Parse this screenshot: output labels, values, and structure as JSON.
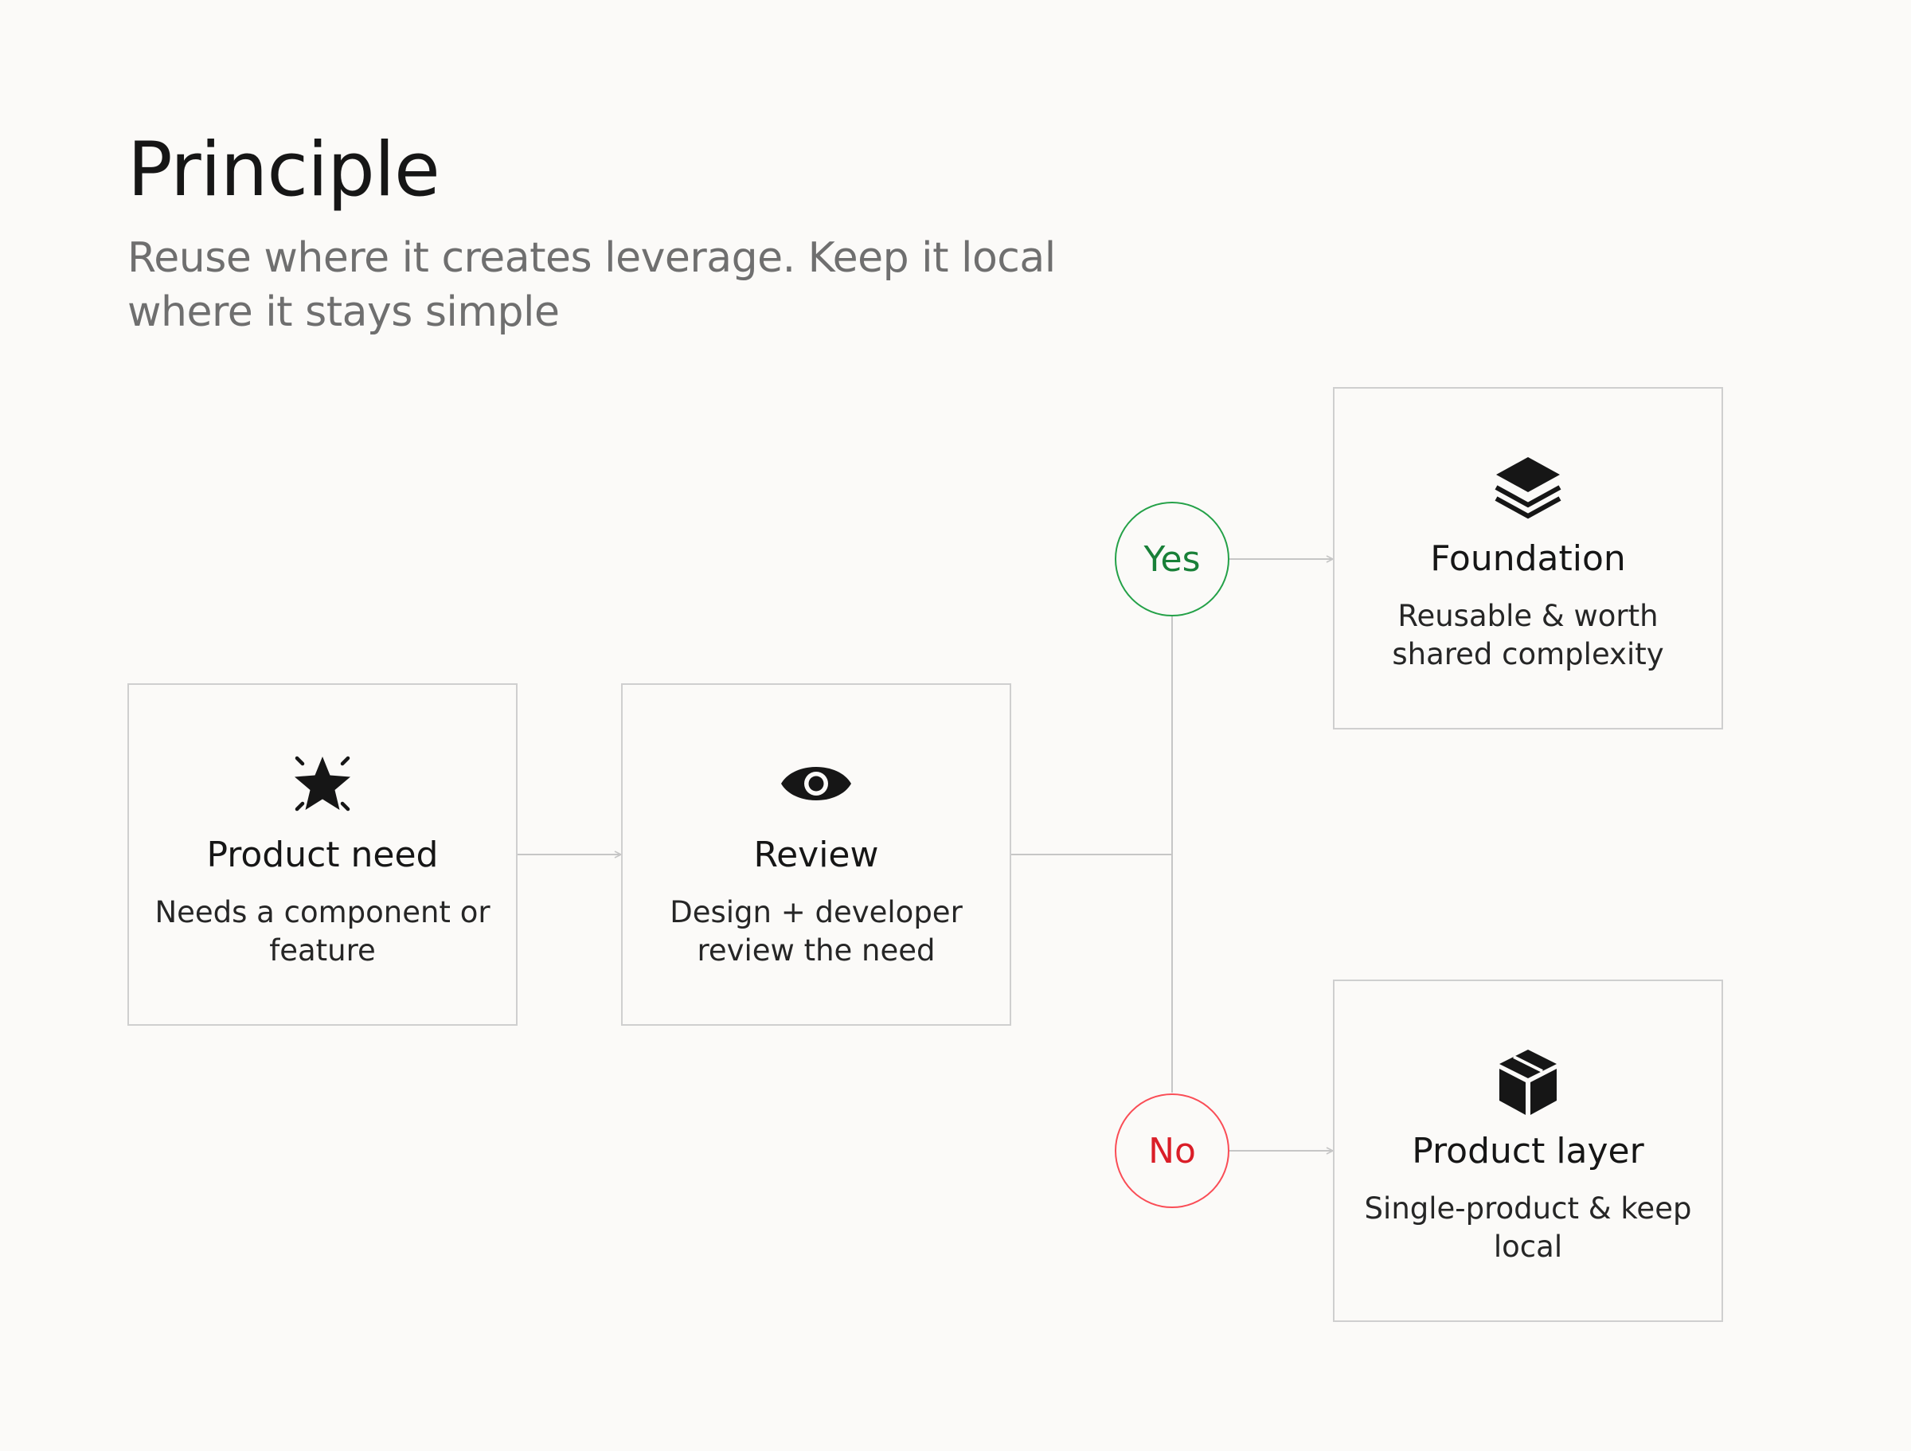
{
  "header": {
    "title": "Principle",
    "subtitle": "Reuse where it creates leverage. Keep it local where it stays simple"
  },
  "nodes": {
    "product_need": {
      "title": "Product need",
      "description": "Needs a component or feature",
      "icon": "sparkle-star-icon"
    },
    "review": {
      "title": "Review",
      "description": "Design + developer review the need",
      "icon": "eye-icon"
    },
    "foundation": {
      "title": "Foundation",
      "description": "Reusable & worth shared complexity",
      "icon": "layers-icon"
    },
    "product_layer": {
      "title": "Product layer",
      "description": "Single-product & keep local",
      "icon": "package-icon"
    }
  },
  "decisions": {
    "yes": {
      "label": "Yes",
      "color": "#24a148"
    },
    "no": {
      "label": "No",
      "color": "#fa4d56"
    }
  },
  "edges": [
    {
      "from": "product_need",
      "to": "review"
    },
    {
      "from": "review",
      "to": "yes"
    },
    {
      "from": "review",
      "to": "no"
    },
    {
      "from": "yes",
      "to": "foundation"
    },
    {
      "from": "no",
      "to": "product_layer"
    }
  ],
  "colors": {
    "background": "#fbfaf8",
    "text_primary": "#161616",
    "text_secondary": "#6f6f6f",
    "border": "#cfcfcf",
    "connector": "#c6c6c6"
  }
}
